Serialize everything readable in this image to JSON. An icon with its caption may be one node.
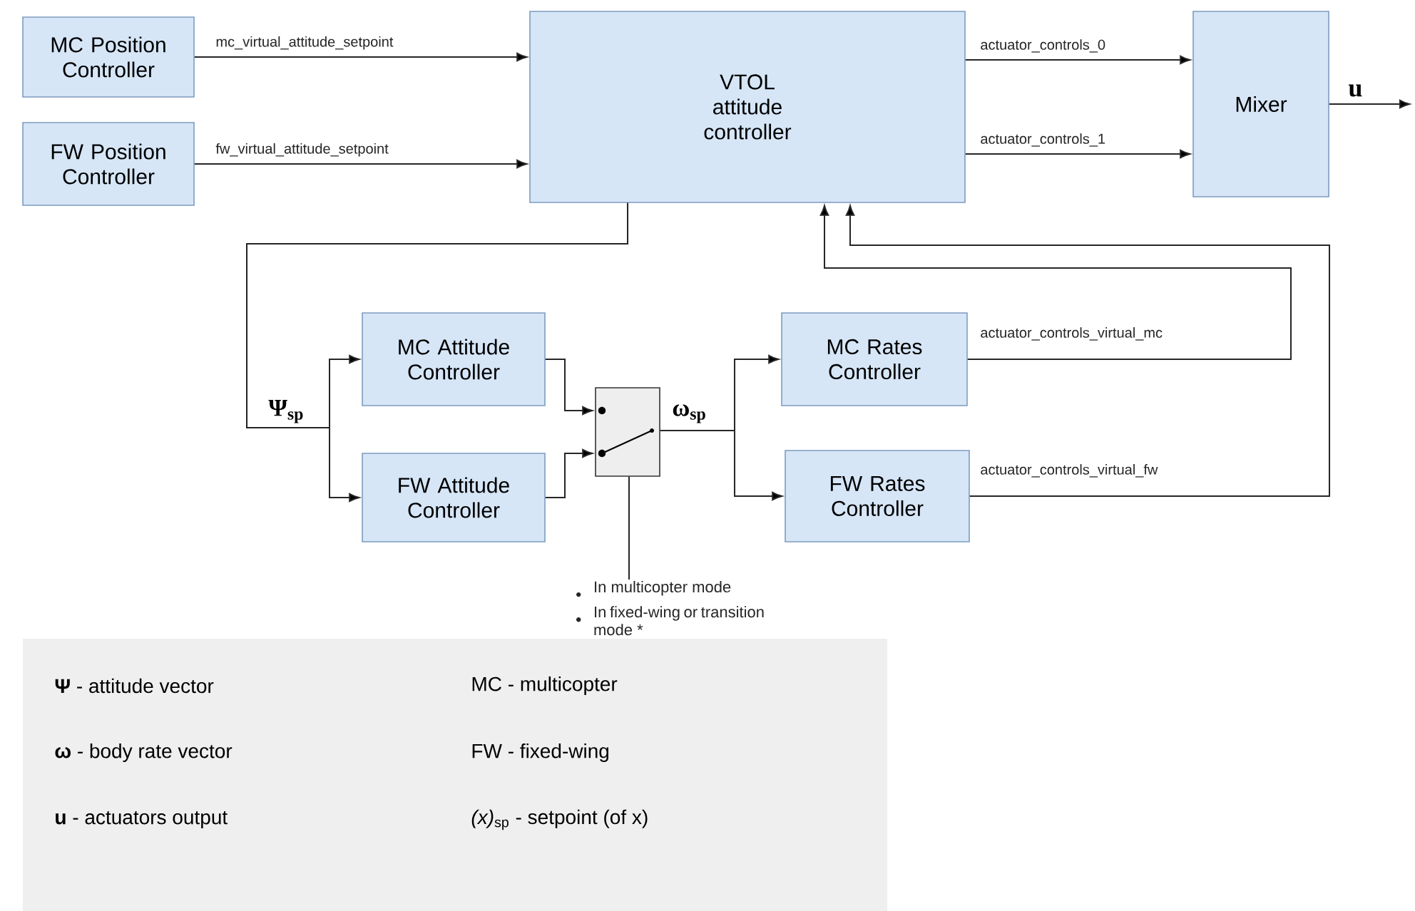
{
  "diagram": {
    "nodes": [
      {
        "text": [
          "MC Position Controller"
        ]
      },
      {
        "text": [
          "FW Position Controller"
        ]
      },
      {
        "text": [
          "VTOL attitude controller"
        ]
      },
      {
        "text": [
          "Mixer"
        ]
      },
      {
        "text": [
          "MC Attitude Controller"
        ]
      },
      {
        "text": [
          "FW Attitude Controller"
        ]
      },
      {
        "text": [],
        "shape": "box"
      },
      {
        "text": [
          "MC Rates Controller"
        ]
      },
      {
        "text": [
          "FW Rates Controller"
        ]
      },
      {
        "text": [
          "In multicopter mode",
          "In fixed-wing or transition mode *"
        ]
      }
    ],
    "edges": [
      {
        "from": 0,
        "to": 2,
        "arrow": "to",
        "label": "mc_virtual_attitude_setpoint"
      },
      {
        "from": 1,
        "to": 2,
        "arrow": "to",
        "label": "fw_virtual_attitude_setpoint"
      },
      {
        "from": 2,
        "to": 3,
        "arrow": "to",
        "label": "actuator_controls_0"
      },
      {
        "from": 2,
        "to": 3,
        "arrow": "to",
        "label": "actuator_controls_1"
      },
      {
        "from": 3,
        "to": null,
        "arrow": "to",
        "label": "u"
      },
      {
        "from": 2,
        "to": 4,
        "arrow": "to",
        "label": "**Ψ**$_{sp}$"
      },
      {
        "from": 2,
        "to": 5,
        "arrow": "to"
      },
      {
        "from": 4,
        "to": 6,
        "arrow": "to"
      },
      {
        "from": 5,
        "to": 6,
        "arrow": "to"
      },
      {
        "from": 6,
        "to": 7,
        "arrow": "to",
        "label": "**ω**$_{sp}$"
      },
      {
        "from": 6,
        "to": 8,
        "arrow": "to"
      },
      {
        "from": 7,
        "to": 2,
        "arrow": "to",
        "label": "actuator_controls_virtual_mc"
      },
      {
        "from": 8,
        "to": 2,
        "arrow": "to",
        "label": "actuator_controls_virtual_fw"
      },
      {
        "from": 9,
        "to": 6,
        "arrow": "none"
      }
    ],
    "labels": [
      "**Ψ** - attitude vector",
      "MC - multicopter",
      "**ω** - body rate vector",
      "FW - fixed-wing",
      "**u** - actuators output",
      "*(x)*$_{sp}$ - setpoint (of x)"
    ]
  }
}
